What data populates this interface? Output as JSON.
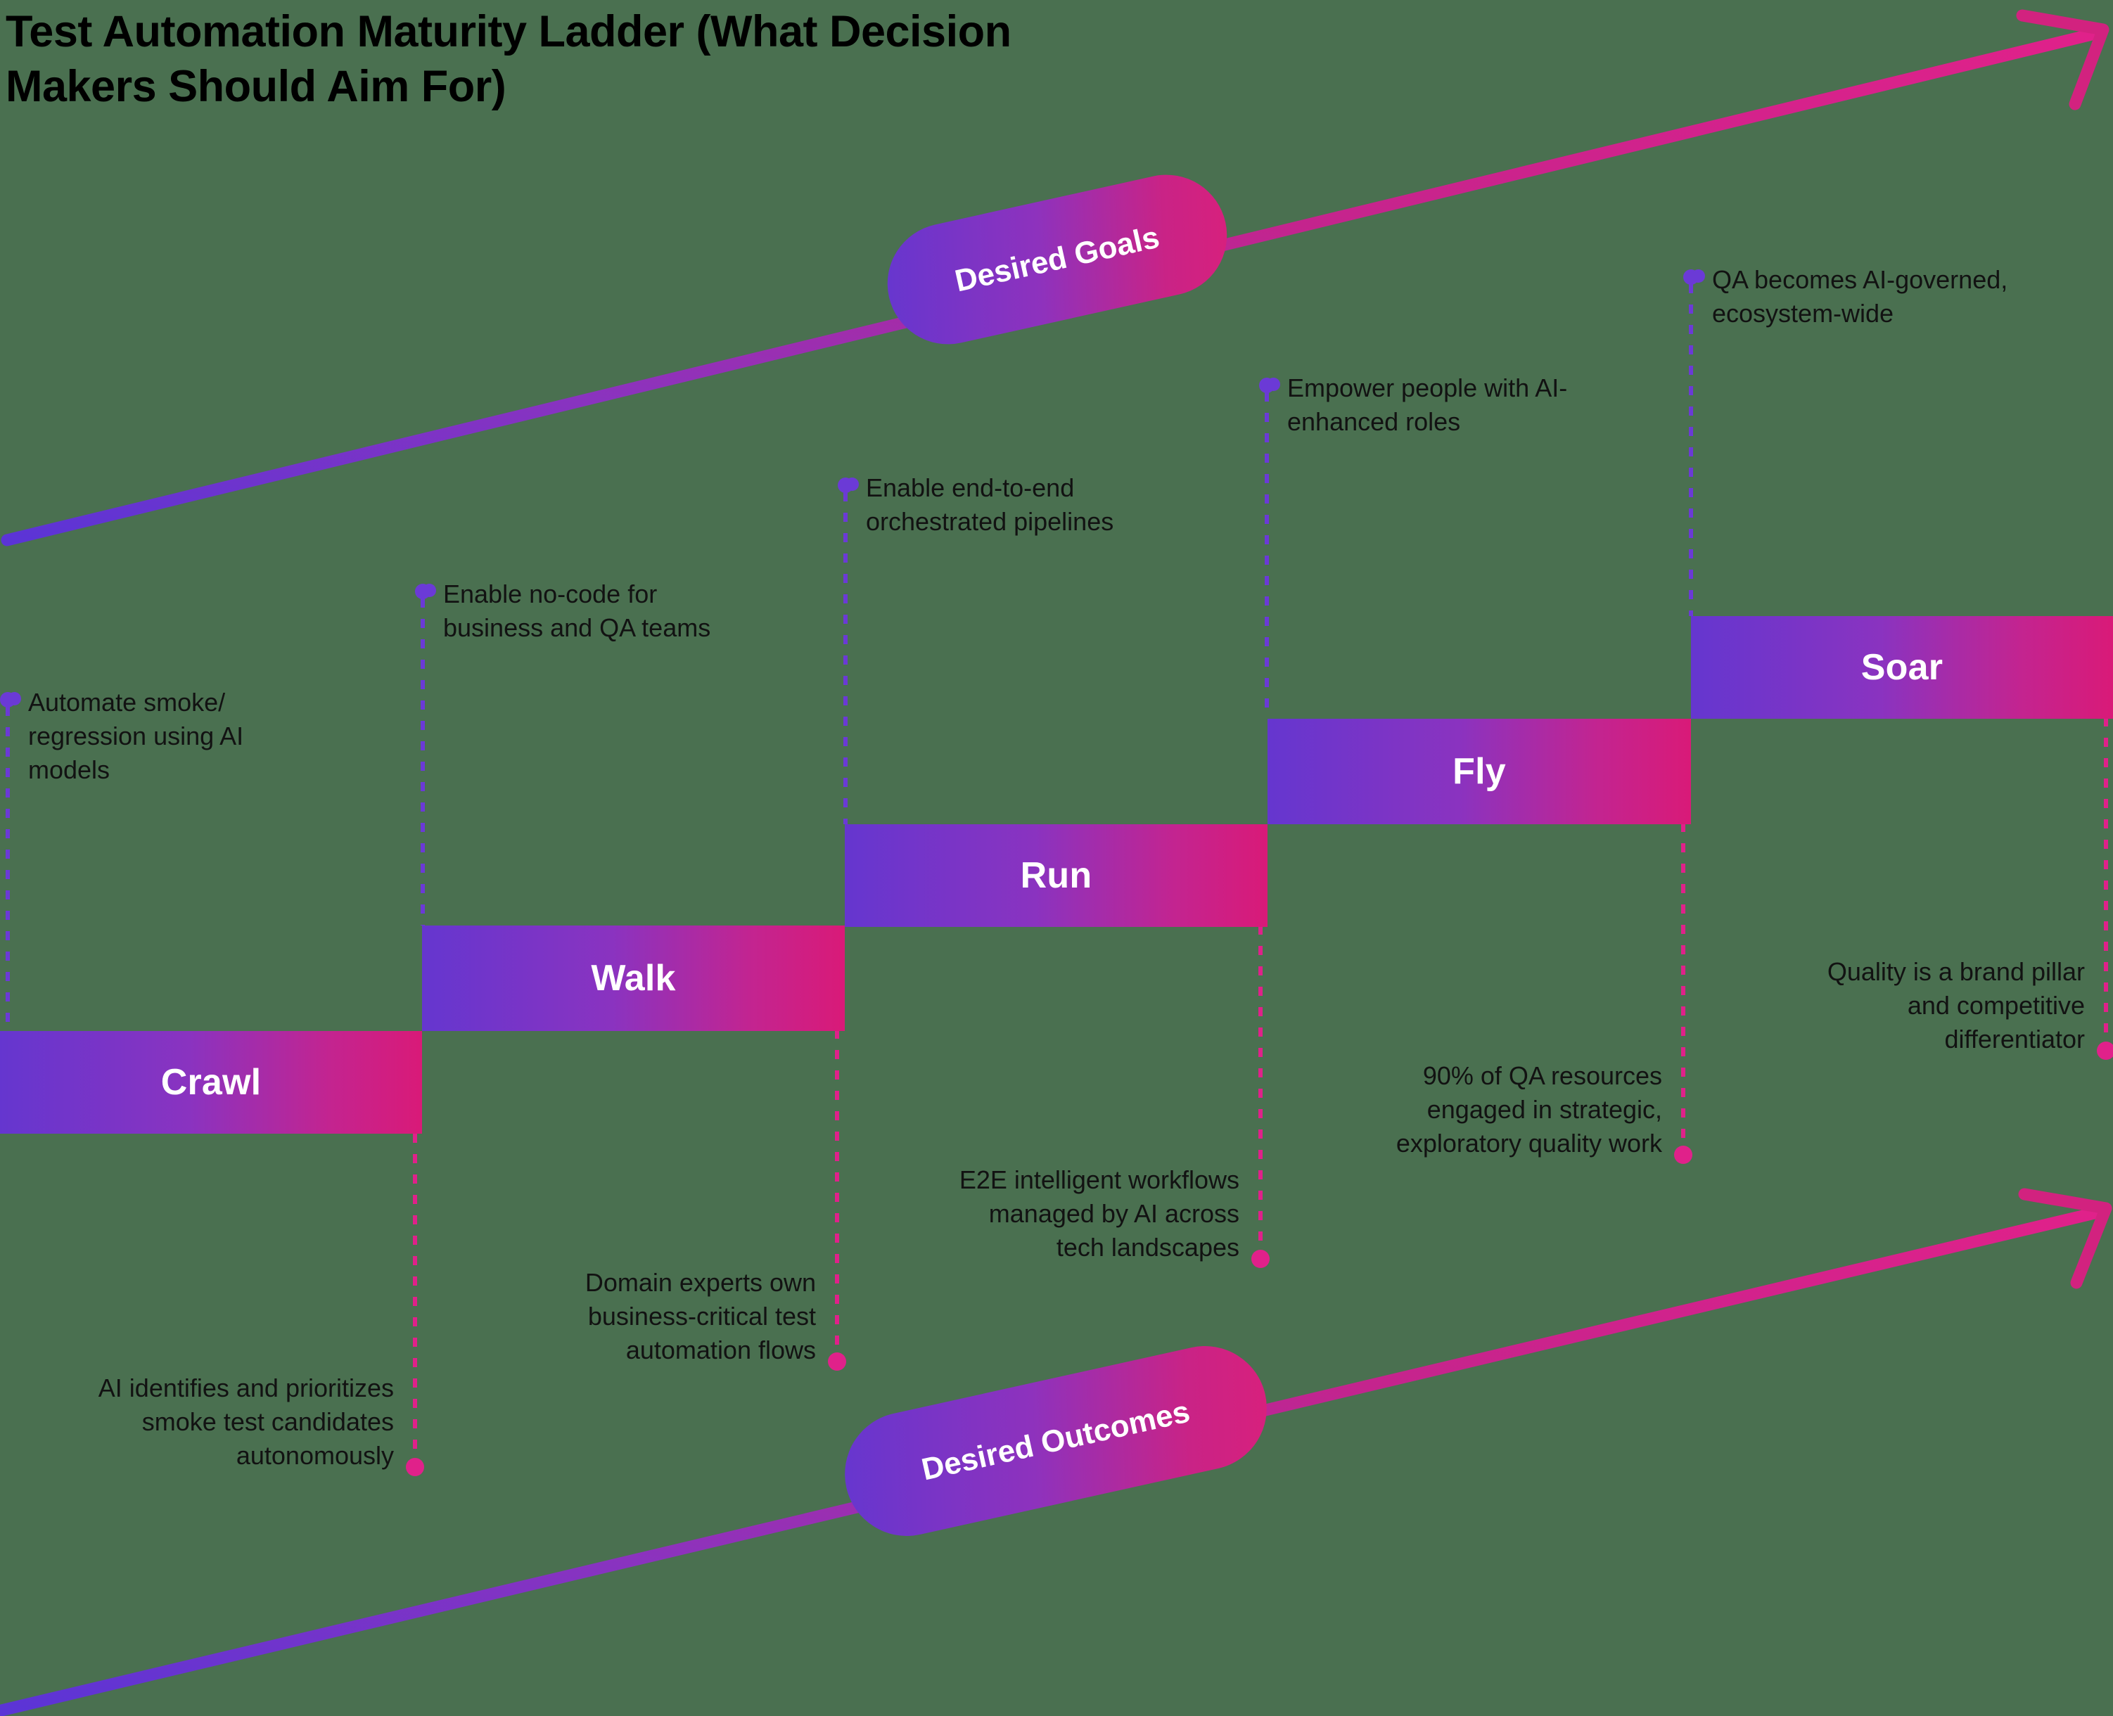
{
  "page": {
    "title_line1": "Test Automation Maturity Ladder (What Decision",
    "title_line2": "Makers Should Aim For)",
    "background_color": "#4a7050",
    "accent_purple": "#6536cf",
    "accent_pink": "#d91a78",
    "goal_dot_color": "#6b3ad6",
    "outcome_dot_color": "#e0218a"
  },
  "bands": {
    "goals_pill_label": "Desired Goals",
    "outcomes_pill_label": "Desired Outcomes"
  },
  "chart_data": {
    "type": "bar",
    "title": "Test Automation Maturity Ladder (What Decision Makers Should Aim For)",
    "categories": [
      "Crawl",
      "Walk",
      "Run",
      "Fly",
      "Soar"
    ],
    "values": [
      1,
      2,
      3,
      4,
      5
    ],
    "xlabel": "",
    "ylabel": "",
    "legend": [
      "Desired Goals",
      "Desired Outcomes"
    ]
  },
  "steps": [
    {
      "name": "Crawl",
      "goal": "Automate smoke/ regression using AI models",
      "goal_lines": [
        "Automate smoke/",
        "regression using AI",
        "models"
      ],
      "outcome_lines": [
        "AI identifies and prioritizes",
        "smoke test candidates",
        "autonomously"
      ]
    },
    {
      "name": "Walk",
      "goal": "Enable no-code for business and QA teams",
      "goal_lines": [
        "Enable no-code for",
        "business and QA teams"
      ],
      "outcome_lines": [
        "Domain experts own",
        "business-critical test",
        "automation flows"
      ]
    },
    {
      "name": "Run",
      "goal": "Enable end-to-end orchestrated pipelines",
      "goal_lines": [
        "Enable end-to-end",
        "orchestrated pipelines"
      ],
      "outcome_lines": [
        "E2E intelligent workflows",
        "managed by AI across",
        "tech landscapes"
      ]
    },
    {
      "name": "Fly",
      "goal": "Empower people with AI-enhanced roles",
      "goal_lines": [
        "Empower people with AI-",
        "enhanced roles"
      ],
      "outcome_lines": [
        "90% of QA resources",
        "engaged in strategic,",
        "exploratory quality work"
      ]
    },
    {
      "name": "Soar",
      "goal": "QA becomes AI-governed, ecosystem-wide",
      "goal_lines": [
        "QA becomes AI-governed,",
        "ecosystem-wide"
      ],
      "outcome_lines": [
        "Quality is a brand pillar",
        "and competitive",
        "differentiator"
      ]
    }
  ]
}
